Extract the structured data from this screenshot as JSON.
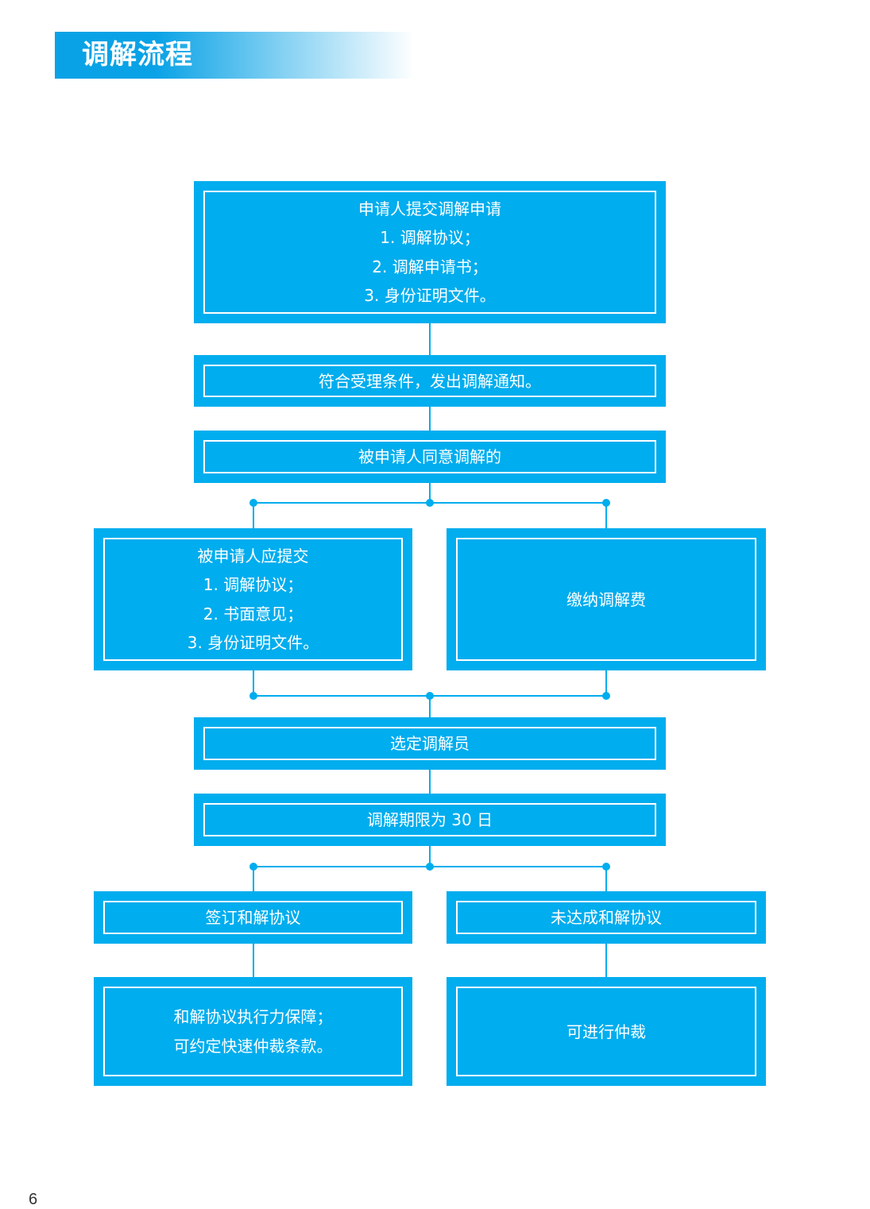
{
  "header": {
    "title": "调解流程"
  },
  "colors": {
    "box_fill": "#00adee",
    "connector": "#00adee",
    "title_bar": "#0aa2e6"
  },
  "flow": {
    "submit_application": {
      "heading": "申请人提交调解申请",
      "items": [
        "1. 调解协议；",
        "2. 调解申请书；",
        "3. 身份证明文件。"
      ]
    },
    "notice": "符合受理条件，发出调解通知。",
    "respondent_agrees": "被申请人同意调解的",
    "respondent_submit": {
      "heading": "被申请人应提交",
      "items": [
        "1. 调解协议；",
        "2. 书面意见；",
        "3. 身份证明文件。"
      ]
    },
    "pay_fee": "缴纳调解费",
    "select_mediator": "选定调解员",
    "mediation_period": "调解期限为 30 日",
    "sign_agreement": "签订和解协议",
    "no_agreement": "未达成和解协议",
    "agreement_guarantee": [
      "和解协议执行力保障；",
      "可约定快速仲裁条款。"
    ],
    "arbitration": "可进行仲裁"
  },
  "footer": {
    "page_number": "6"
  }
}
